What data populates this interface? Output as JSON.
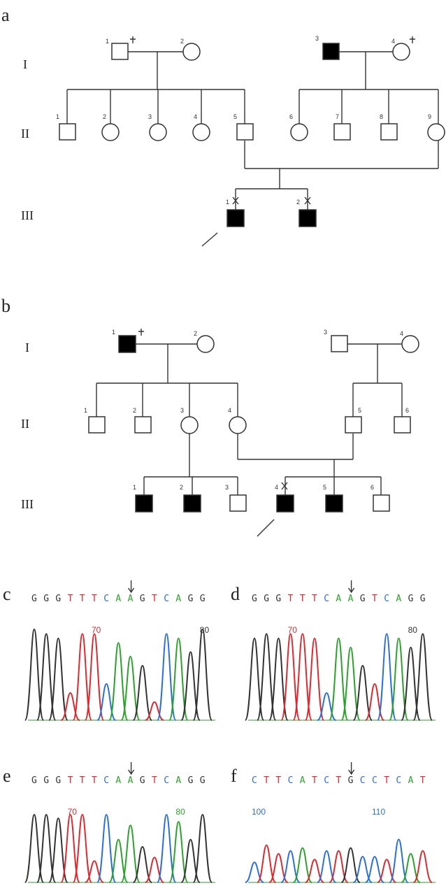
{
  "panels": {
    "a": {
      "letter": "a"
    },
    "b": {
      "letter": "b"
    },
    "c": {
      "letter": "c"
    },
    "d": {
      "letter": "d"
    },
    "e": {
      "letter": "e"
    },
    "f": {
      "letter": "f"
    }
  },
  "generations": [
    "I",
    "II",
    "III"
  ],
  "pedigree_a": {
    "gen1_left": [
      {
        "num": "1",
        "sex": "m",
        "affected": false,
        "deceased": true
      },
      {
        "num": "2",
        "sex": "f",
        "affected": false,
        "deceased": false
      }
    ],
    "gen1_right": [
      {
        "num": "3",
        "sex": "m",
        "affected": true,
        "deceased": false
      },
      {
        "num": "4",
        "sex": "f",
        "affected": false,
        "deceased": true
      }
    ],
    "gen2": [
      {
        "num": "1",
        "sex": "m"
      },
      {
        "num": "2",
        "sex": "f"
      },
      {
        "num": "3",
        "sex": "f"
      },
      {
        "num": "4",
        "sex": "f"
      },
      {
        "num": "5",
        "sex": "m"
      },
      {
        "num": "6",
        "sex": "f"
      },
      {
        "num": "7",
        "sex": "m"
      },
      {
        "num": "8",
        "sex": "m"
      },
      {
        "num": "9",
        "sex": "f"
      }
    ],
    "gen3": [
      {
        "num": "1",
        "sex": "m",
        "affected": true,
        "proband": true
      },
      {
        "num": "2",
        "sex": "m",
        "affected": true,
        "proband": false
      }
    ]
  },
  "pedigree_b": {
    "gen1_left": [
      {
        "num": "1",
        "sex": "m",
        "affected": true,
        "deceased": true
      },
      {
        "num": "2",
        "sex": "f",
        "affected": false,
        "deceased": false
      }
    ],
    "gen1_right": [
      {
        "num": "3",
        "sex": "m",
        "affected": false,
        "deceased": false
      },
      {
        "num": "4",
        "sex": "f",
        "affected": false,
        "deceased": false
      }
    ],
    "gen2": [
      {
        "num": "1",
        "sex": "m"
      },
      {
        "num": "2",
        "sex": "m"
      },
      {
        "num": "3",
        "sex": "f"
      },
      {
        "num": "4",
        "sex": "f"
      },
      {
        "num": "5",
        "sex": "m"
      },
      {
        "num": "6",
        "sex": "m"
      }
    ],
    "gen3": [
      {
        "num": "1",
        "sex": "m",
        "affected": true
      },
      {
        "num": "2",
        "sex": "m",
        "affected": true
      },
      {
        "num": "3",
        "sex": "m",
        "affected": false
      },
      {
        "num": "4",
        "sex": "m",
        "affected": true,
        "proband": true
      },
      {
        "num": "5",
        "sex": "m",
        "affected": true
      },
      {
        "num": "6",
        "sex": "m",
        "affected": false
      }
    ]
  },
  "chromatograms": {
    "c": {
      "sequence": "GGGTTTCAAGTCAGG",
      "positions": [
        "70",
        "80"
      ]
    },
    "d": {
      "sequence": "GGGTTTCAAGTCAGG",
      "positions": [
        "70",
        "80"
      ]
    },
    "e": {
      "sequence": "GGGTTTCAAGTCAGG",
      "positions": [
        "70",
        "80"
      ]
    },
    "f": {
      "sequence": "CTTCATCTGCCTCAT",
      "positions": [
        "100",
        "110"
      ]
    }
  },
  "base_colors": {
    "A": "#2aa32a",
    "C": "#2a6fe0",
    "G": "#333333",
    "T": "#e0282d"
  }
}
